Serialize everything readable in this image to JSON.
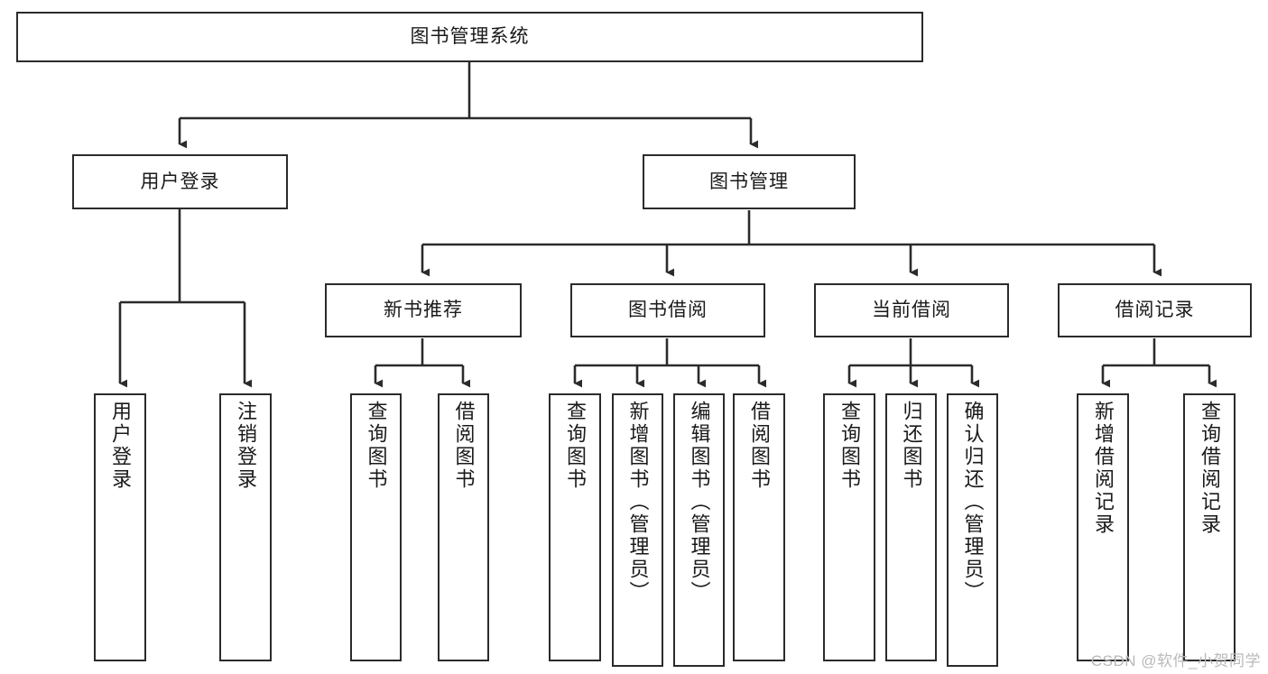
{
  "diagram": {
    "title": "图书管理系统",
    "type": "tree",
    "colors": {
      "stroke": "#2b2b2b",
      "fill": "#ffffff",
      "text": "#1a1a1a",
      "watermark": "#b9b9b9"
    },
    "watermark": "CSDN @软件_小贺同学",
    "nodes": {
      "root": {
        "label": "图书管理系统"
      },
      "level2": [
        {
          "label": "用户登录"
        },
        {
          "label": "图书管理"
        }
      ],
      "level3": [
        {
          "label": "新书推荐"
        },
        {
          "label": "图书借阅"
        },
        {
          "label": "当前借阅"
        },
        {
          "label": "借阅记录"
        }
      ],
      "leaves_user_login": [
        {
          "label": "用户登录"
        },
        {
          "label": "注销登录"
        }
      ],
      "leaves_new_book": [
        {
          "label": "查询图书"
        },
        {
          "label": "借阅图书"
        }
      ],
      "leaves_borrow": [
        {
          "label": "查询图书"
        },
        {
          "label": "新增图书（管理员）"
        },
        {
          "label": "编辑图书（管理员）"
        },
        {
          "label": "借阅图书"
        }
      ],
      "leaves_current": [
        {
          "label": "查询图书"
        },
        {
          "label": "归还图书"
        },
        {
          "label": "确认归还（管理员）"
        }
      ],
      "leaves_records": [
        {
          "label": "新增借阅记录"
        },
        {
          "label": "查询借阅记录"
        }
      ]
    }
  }
}
